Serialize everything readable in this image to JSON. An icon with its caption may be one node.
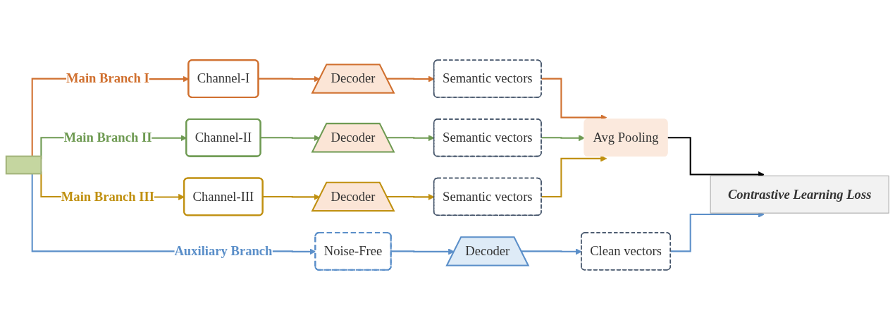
{
  "diagram": {
    "nodes": [
      {
        "text": [],
        "shape": "box"
      },
      {
        "text": [
          "Channel-I"
        ]
      },
      {
        "text": [
          "Channel-II"
        ]
      },
      {
        "text": [
          "Channel-III"
        ]
      },
      {
        "text": [
          "Noise-Free"
        ]
      },
      {
        "text": [
          "Decoder"
        ]
      },
      {
        "text": [
          "Decoder"
        ]
      },
      {
        "text": [
          "Decoder"
        ]
      },
      {
        "text": [
          "Decoder"
        ]
      },
      {
        "text": [
          "Semantic vectors"
        ]
      },
      {
        "text": [
          "Semantic vectors"
        ]
      },
      {
        "text": [
          "Semantic vectors"
        ]
      },
      {
        "text": [
          "Clean vectors"
        ]
      },
      {
        "text": [
          "Avg Pooling"
        ]
      },
      {
        "text": [
          "Contrastive Learning Loss"
        ]
      }
    ],
    "edges": [
      {
        "from": 0,
        "to": 1,
        "arrow": "to",
        "label": "Main Branch I",
        "color": "#d0702f"
      },
      {
        "from": 0,
        "to": 2,
        "arrow": "to",
        "label": "Main Branch II",
        "color": "#6e9a52"
      },
      {
        "from": 0,
        "to": 3,
        "arrow": "to",
        "label": "Main Branch III",
        "color": "#c09010"
      },
      {
        "from": 0,
        "to": 4,
        "arrow": "to",
        "label": "Auxiliary Branch",
        "color": "#5b8fc9"
      },
      {
        "from": 1,
        "to": 5,
        "arrow": "to",
        "color": "#d0702f"
      },
      {
        "from": 2,
        "to": 6,
        "arrow": "to",
        "color": "#6e9a52"
      },
      {
        "from": 3,
        "to": 7,
        "arrow": "to",
        "color": "#c09010"
      },
      {
        "from": 4,
        "to": 8,
        "arrow": "to",
        "color": "#5b8fc9"
      },
      {
        "from": 5,
        "to": 9,
        "arrow": "to",
        "color": "#d0702f"
      },
      {
        "from": 6,
        "to": 10,
        "arrow": "to",
        "color": "#6e9a52"
      },
      {
        "from": 7,
        "to": 11,
        "arrow": "to",
        "color": "#c09010"
      },
      {
        "from": 8,
        "to": 12,
        "arrow": "to",
        "color": "#5b8fc9"
      },
      {
        "from": 9,
        "to": 13,
        "arrow": "to",
        "color": "#d0702f"
      },
      {
        "from": 10,
        "to": 13,
        "arrow": "to",
        "color": "#6e9a52"
      },
      {
        "from": 11,
        "to": 13,
        "arrow": "to",
        "color": "#c09010"
      },
      {
        "from": 13,
        "to": 14,
        "arrow": "to",
        "color": "#000000"
      },
      {
        "from": 12,
        "to": 14,
        "arrow": "to",
        "color": "#5b8fc9"
      }
    ]
  }
}
